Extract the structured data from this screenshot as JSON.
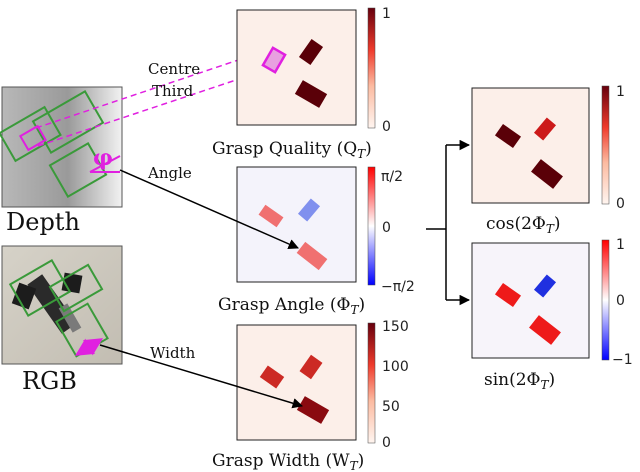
{
  "images": {
    "depth_label": "Depth",
    "rgb_label": "RGB"
  },
  "annotations": {
    "centre_line1": "Centre",
    "centre_line2": "Third",
    "phi_symbol": "φ",
    "angle": "Angle",
    "width": "Width"
  },
  "panels": {
    "quality": {
      "title": "Grasp Quality (Q",
      "subscript": "T",
      "title_end": ")",
      "cbar_ticks": [
        "1",
        "0"
      ]
    },
    "angle": {
      "title": "Grasp Angle (Φ",
      "subscript": "T",
      "title_end": ")",
      "cbar_ticks": [
        "π/2",
        "0",
        "−π/2"
      ]
    },
    "width": {
      "title": "Grasp Width (W",
      "subscript": "T",
      "title_end": ")",
      "cbar_ticks": [
        "150",
        "100",
        "50",
        "0"
      ]
    },
    "cos": {
      "title": "cos(2Φ",
      "subscript": "T",
      "title_end": ")",
      "cbar_ticks": [
        "1",
        "0"
      ]
    },
    "sin": {
      "title": "sin(2Φ",
      "subscript": "T",
      "title_end": ")",
      "cbar_ticks": [
        "1",
        "0",
        "−1"
      ]
    }
  },
  "colors": {
    "grasp_box": "#3a9a3a",
    "magenta": "#e020e0",
    "dark_red": "#5a0008",
    "red": "#cc1a1a",
    "light_red": "#f07070",
    "blue": "#2840d8",
    "light_blue": "#8090ee",
    "panel_bg_warm": "#fcefe9",
    "panel_bg_cool": "#f4f3fb"
  }
}
